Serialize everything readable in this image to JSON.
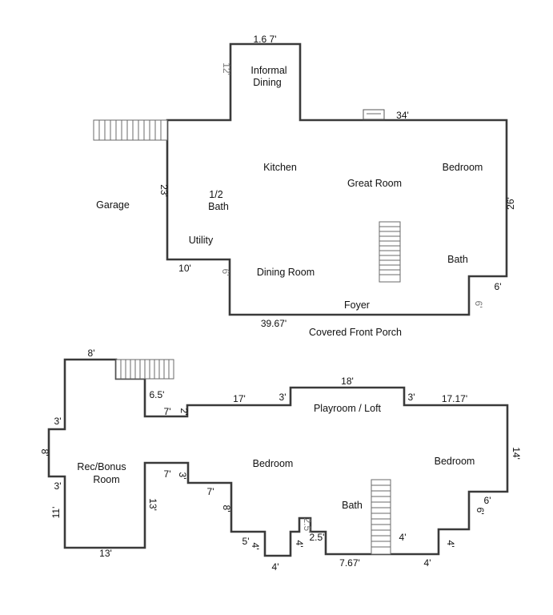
{
  "main_floor": {
    "rooms": {
      "informal_dining_1": "Informal",
      "informal_dining_2": "Dining",
      "kitchen": "Kitchen",
      "great_room": "Great Room",
      "bedroom": "Bedroom",
      "garage": "Garage",
      "half_bath_1": "1/2",
      "half_bath_2": "Bath",
      "utility": "Utility",
      "bath": "Bath",
      "dining_room": "Dining Room",
      "foyer": "Foyer",
      "covered_front_porch": "Covered Front Porch"
    },
    "dimensions": {
      "top_width": "1.6 7'",
      "dining_height": "12'",
      "back_wall": "34'",
      "left_wall": "23'",
      "right_wall": "26'",
      "utility_width": "10'",
      "dining_jog": "6'",
      "bath_jog_width": "6'",
      "bath_jog_height": "6'",
      "front_wall": "39.67'"
    }
  },
  "upper_floor": {
    "rooms": {
      "playroom_loft": "Playroom / Loft",
      "rec_bonus_1": "Rec/Bonus",
      "rec_bonus_2": "Room",
      "bedroom_left": "Bedroom",
      "bedroom_right": "Bedroom",
      "bath": "Bath"
    },
    "dimensions": {
      "rec_top": "8'",
      "stair_drop": "6.5'",
      "loft_left_wall": "17'",
      "loft_jog_left": "3'",
      "loft_top": "18'",
      "loft_jog_right": "3'",
      "loft_right_wall": "17.17'",
      "rec_left_upper": "3'",
      "rec_left_mid": "8'",
      "rec_left_lower": "3'",
      "rec_left_bottom": "11'",
      "rec_bottom": "13'",
      "step_7_upper": "7'",
      "step_2": "2'",
      "step_7_lower": "7'",
      "step_3": "3'",
      "rec_right_wall": "13'",
      "bedroom_step_7": "7'",
      "bedroom_step_8": "8'",
      "closet_a_side": "5'",
      "closet_a_side_b": "4'",
      "closet_a_bottom": "4'",
      "closet_a_right": "4'",
      "closet_b_side": "2.5'",
      "closet_b_width": "2.5'",
      "bath_bottom": "7.67'",
      "stair_side": "4'",
      "closet_c_bottom": "4'",
      "closet_c_right": "4'",
      "right_step_6w": "6'",
      "right_step_6h": "6'",
      "right_wall": "14'"
    }
  }
}
